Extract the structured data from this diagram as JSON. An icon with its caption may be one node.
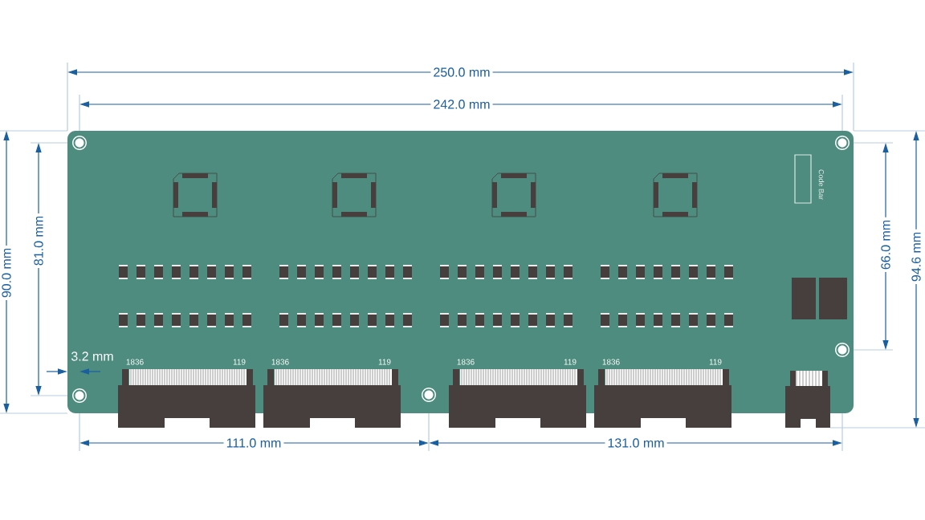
{
  "diagram": {
    "labels": [
      "250.0 mm",
      "242.0 mm",
      "90.0 mm",
      "81.0 mm",
      "Code Bar",
      "66.0 mm",
      "94.6 mm",
      "3.2 mm",
      "1836",
      "119",
      "1836",
      "119",
      "1836",
      "119",
      "1836",
      "119",
      "111.0 mm",
      "131.0 mm"
    ]
  }
}
